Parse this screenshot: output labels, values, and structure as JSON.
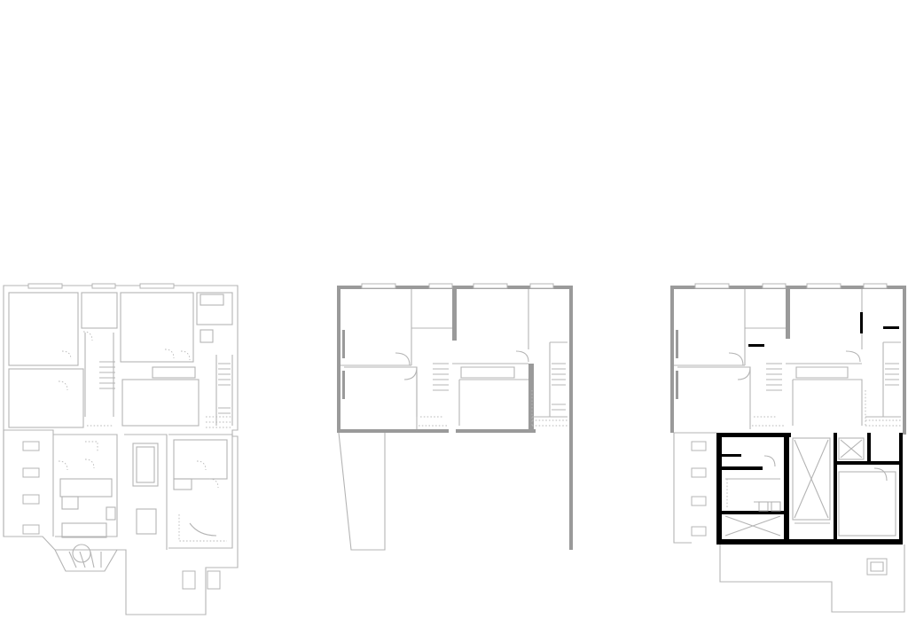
{
  "figure": {
    "description_visible_text": [],
    "plans": [
      {
        "id": "plan-existing",
        "style": "line"
      },
      {
        "id": "plan-demolition",
        "style": "grey-walls"
      },
      {
        "id": "plan-proposed",
        "style": "black-new-walls"
      }
    ]
  }
}
